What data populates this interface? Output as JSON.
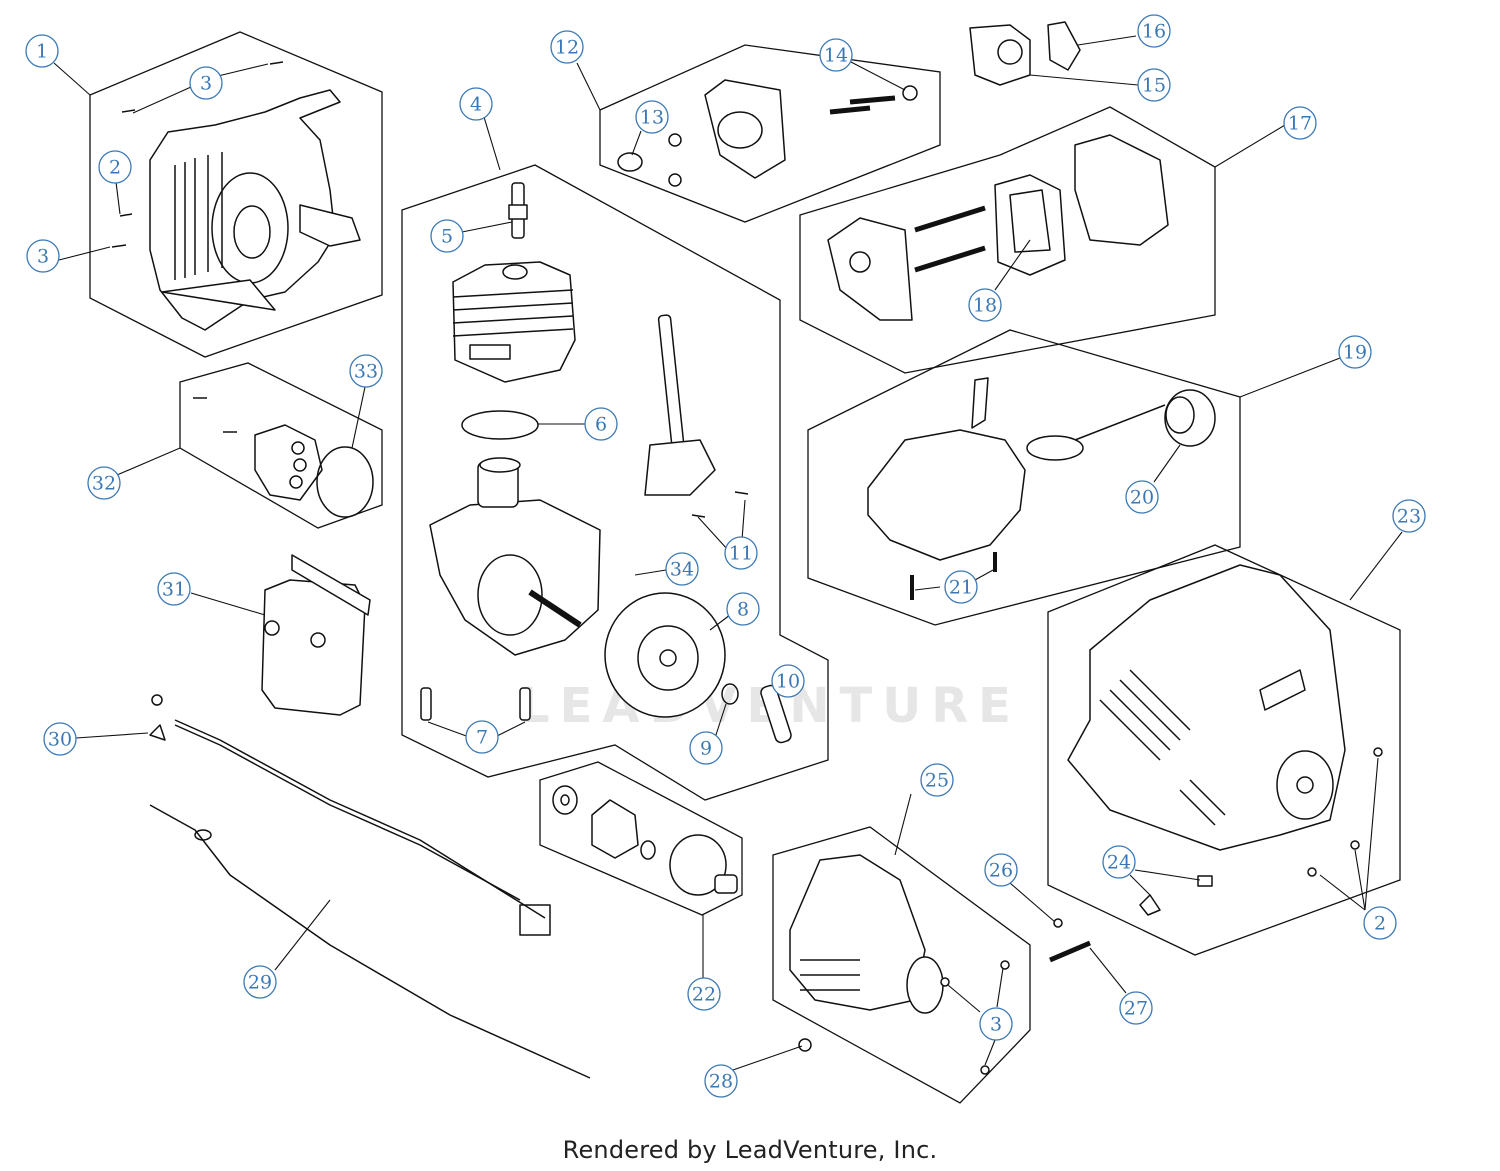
{
  "footer_text": "Rendered by LeadVenture, Inc.",
  "watermark_text": "LEADVENTURE",
  "colors": {
    "callout_ring": "#3a78b5",
    "callout_text": "#3a78b5",
    "line": "#111111",
    "watermark": "#e6e6e6"
  },
  "callouts": [
    {
      "id": "c1",
      "label": "1"
    },
    {
      "id": "c2a",
      "label": "2"
    },
    {
      "id": "c3a",
      "label": "3"
    },
    {
      "id": "c3b",
      "label": "3"
    },
    {
      "id": "c4",
      "label": "4"
    },
    {
      "id": "c5",
      "label": "5"
    },
    {
      "id": "c6",
      "label": "6"
    },
    {
      "id": "c7",
      "label": "7"
    },
    {
      "id": "c8",
      "label": "8"
    },
    {
      "id": "c9",
      "label": "9"
    },
    {
      "id": "c10",
      "label": "10"
    },
    {
      "id": "c11",
      "label": "11"
    },
    {
      "id": "c12",
      "label": "12"
    },
    {
      "id": "c13",
      "label": "13"
    },
    {
      "id": "c14",
      "label": "14"
    },
    {
      "id": "c15",
      "label": "15"
    },
    {
      "id": "c16",
      "label": "16"
    },
    {
      "id": "c17",
      "label": "17"
    },
    {
      "id": "c18",
      "label": "18"
    },
    {
      "id": "c19",
      "label": "19"
    },
    {
      "id": "c20",
      "label": "20"
    },
    {
      "id": "c21",
      "label": "21"
    },
    {
      "id": "c22",
      "label": "22"
    },
    {
      "id": "c23",
      "label": "23"
    },
    {
      "id": "c24",
      "label": "24"
    },
    {
      "id": "c25",
      "label": "25"
    },
    {
      "id": "c26",
      "label": "26"
    },
    {
      "id": "c27",
      "label": "27"
    },
    {
      "id": "c28",
      "label": "28"
    },
    {
      "id": "c29",
      "label": "29"
    },
    {
      "id": "c30",
      "label": "30"
    },
    {
      "id": "c31",
      "label": "31"
    },
    {
      "id": "c32",
      "label": "32"
    },
    {
      "id": "c33",
      "label": "33"
    },
    {
      "id": "c34",
      "label": "34"
    },
    {
      "id": "c2b",
      "label": "2"
    },
    {
      "id": "c3c",
      "label": "3"
    }
  ]
}
